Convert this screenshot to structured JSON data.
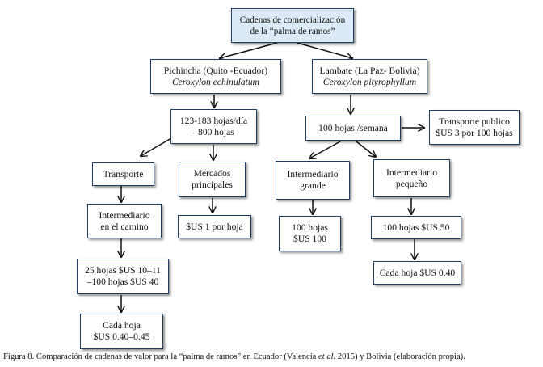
{
  "nodes": {
    "top": {
      "line1": "Cadenas de comercialización",
      "line2": "de la “palma de ramos”"
    },
    "ecuador": {
      "line1": "Pichincha (Quito -Ecuador)",
      "line2": "Ceroxylon echinulatum"
    },
    "bolivia": {
      "line1": "Lambate (La Paz- Bolivia)",
      "line2": "Ceroxylon pityrophyllum"
    },
    "ec_volume": {
      "line1": "123-183 hojas/día",
      "line2": "–800 hojas"
    },
    "bo_volume": {
      "line1": "100 hojas /semana"
    },
    "transport_public": {
      "line1": "Transporte publico",
      "line2": "$US 3 por 100 hojas"
    },
    "transporte": {
      "line1": "Transporte"
    },
    "mercados": {
      "line1": "Mercados",
      "line2": "principales"
    },
    "inter_grande": {
      "line1": "Intermediario",
      "line2": "grande"
    },
    "inter_pequeno": {
      "line1": "Intermediario",
      "line2": "pequeño"
    },
    "inter_camino": {
      "line1": "Intermediario",
      "line2": "en el camino"
    },
    "precio_mercado": {
      "line1": "$US 1 por hoja"
    },
    "grande_price": {
      "line1": "100 hojas",
      "line2": "$US 100"
    },
    "pequeno_price": {
      "line1": "100 hojas $US 50"
    },
    "camino_price": {
      "line1": "25 hojas $US 10–11",
      "line2": "–100 hojas $US 40"
    },
    "pequeno_unit": {
      "line1": "Cada hoja $US 0.40"
    },
    "camino_unit": {
      "line1": "Cada hoja",
      "line2": "$US 0.40–0.45"
    }
  },
  "caption": {
    "text_before": "Figura 8. Comparación de cadenas de valor para la “palma de ramos” en Ecuador (Valencia ",
    "text_italic": "et al.",
    "text_after": " 2015) y Bolivia (elaboración propia)."
  },
  "colors": {
    "box_border": "#1e3f66",
    "top_fill": "#dce9f7",
    "arrow": "#111111"
  }
}
